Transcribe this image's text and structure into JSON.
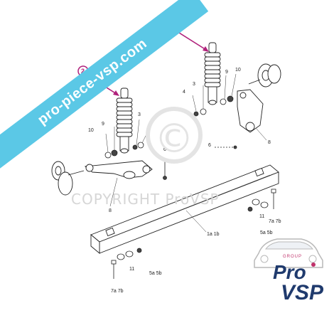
{
  "banner": {
    "text": "pro-piece-vsp.com"
  },
  "watermark": {
    "text": "COPYRIGHT ProVSP",
    "symbol": "©"
  },
  "callouts": {
    "left": "2",
    "right": "2"
  },
  "labels": {
    "p3a": "3",
    "p4a": "4",
    "p9a": "9",
    "p10a": "10",
    "p3b": "3",
    "p4b": "4",
    "p9b": "9",
    "p10b": "10",
    "p6a": "6",
    "p6b": "6",
    "p8a": "8",
    "p8b": "8",
    "axle": "1a 1b",
    "p11a": "11",
    "p11b": "11",
    "p7a": "7a 7b",
    "p7b": "7a 7b",
    "p5a": "5a 5b",
    "p5b": "5a 5b"
  },
  "logo": {
    "group": "GROUP",
    "line1": "Pro",
    "line2": "VSP"
  },
  "colors": {
    "banner": "#5bc8e6",
    "callout": "#b0217b",
    "logo_text": "#1f3a6d",
    "logo_accent": "#c0326b"
  }
}
